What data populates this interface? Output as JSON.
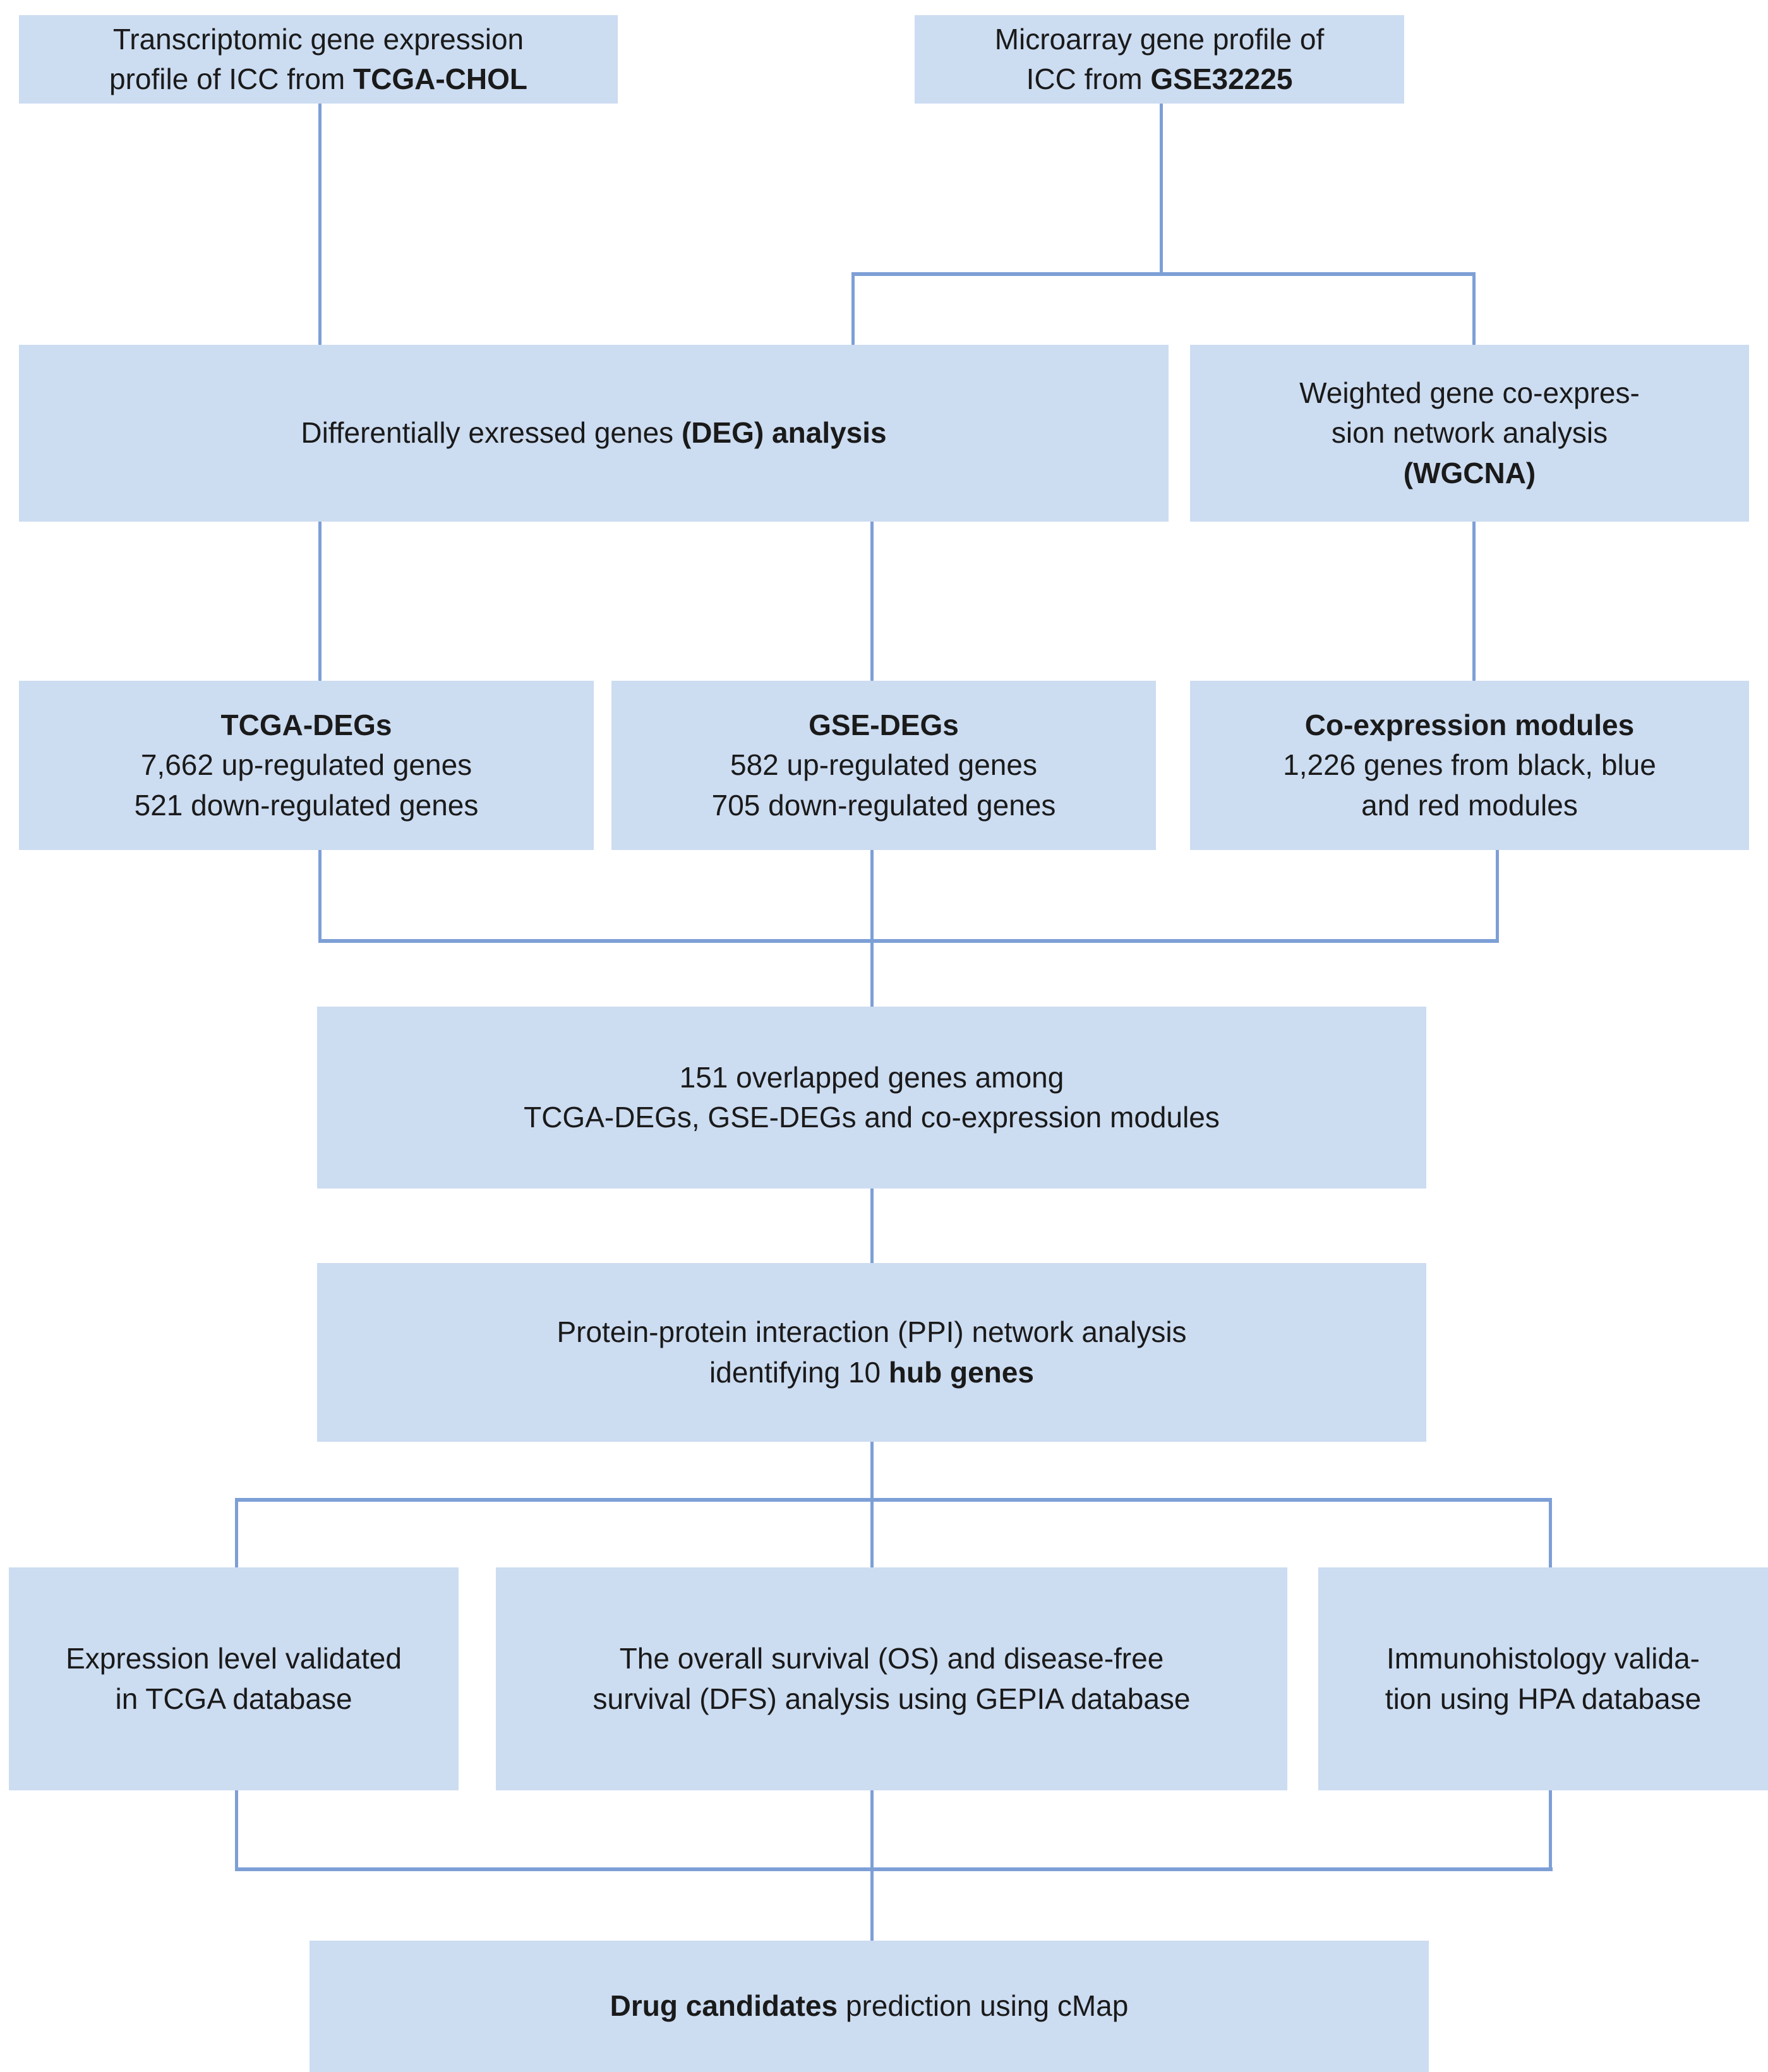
{
  "diagram": {
    "title_semantic": "bioinformatics-analysis-workflow-flowchart",
    "colors": {
      "node_fill": "#ccdcf1",
      "connector": "#7d9fd6",
      "text": "#1a1a1a",
      "background": "#ffffff"
    },
    "nodes": {
      "tcga_source": {
        "line1": "Transcriptomic gene expression",
        "line2_prefix": "profile of ICC from ",
        "line2_bold": "TCGA-CHOL"
      },
      "gse_source": {
        "line1": "Microarray gene profile of",
        "line2_prefix": "ICC from ",
        "line2_bold": "GSE32225"
      },
      "deg_analysis": {
        "prefix": "Differentially exressed genes ",
        "bold": "(DEG) analysis"
      },
      "wgcna": {
        "line1": "Weighted gene co-expres-",
        "line2": "sion network analysis",
        "line3_bold": "(WGCNA)"
      },
      "tcga_degs": {
        "heading": "TCGA-DEGs",
        "line1": "7,662 up-regulated genes",
        "line2": "521 down-regulated genes"
      },
      "gse_degs": {
        "heading": "GSE-DEGs",
        "line1": "582 up-regulated genes",
        "line2": "705 down-regulated genes"
      },
      "coexpression_modules": {
        "heading": "Co-expression modules",
        "line1": "1,226 genes from black, blue",
        "line2": "and red modules"
      },
      "overlapped_genes": {
        "line1": "151 overlapped genes among",
        "line2": "TCGA-DEGs, GSE-DEGs and co-expression modules"
      },
      "ppi_network": {
        "line1": "Protein-protein interaction (PPI) network analysis",
        "line2_prefix": "identifying 10 ",
        "line2_bold": "hub genes"
      },
      "tcga_validation": {
        "line1": "Expression level validated",
        "line2": "in TCGA database"
      },
      "gepia_survival": {
        "line1": "The overall survival (OS) and disease-free",
        "line2": "survival (DFS) analysis using GEPIA database"
      },
      "hpa_validation": {
        "line1": "Immunohistology valida-",
        "line2": "tion using HPA database"
      },
      "drug_candidates": {
        "bold": "Drug candidates",
        "suffix": " prediction using cMap"
      }
    }
  }
}
